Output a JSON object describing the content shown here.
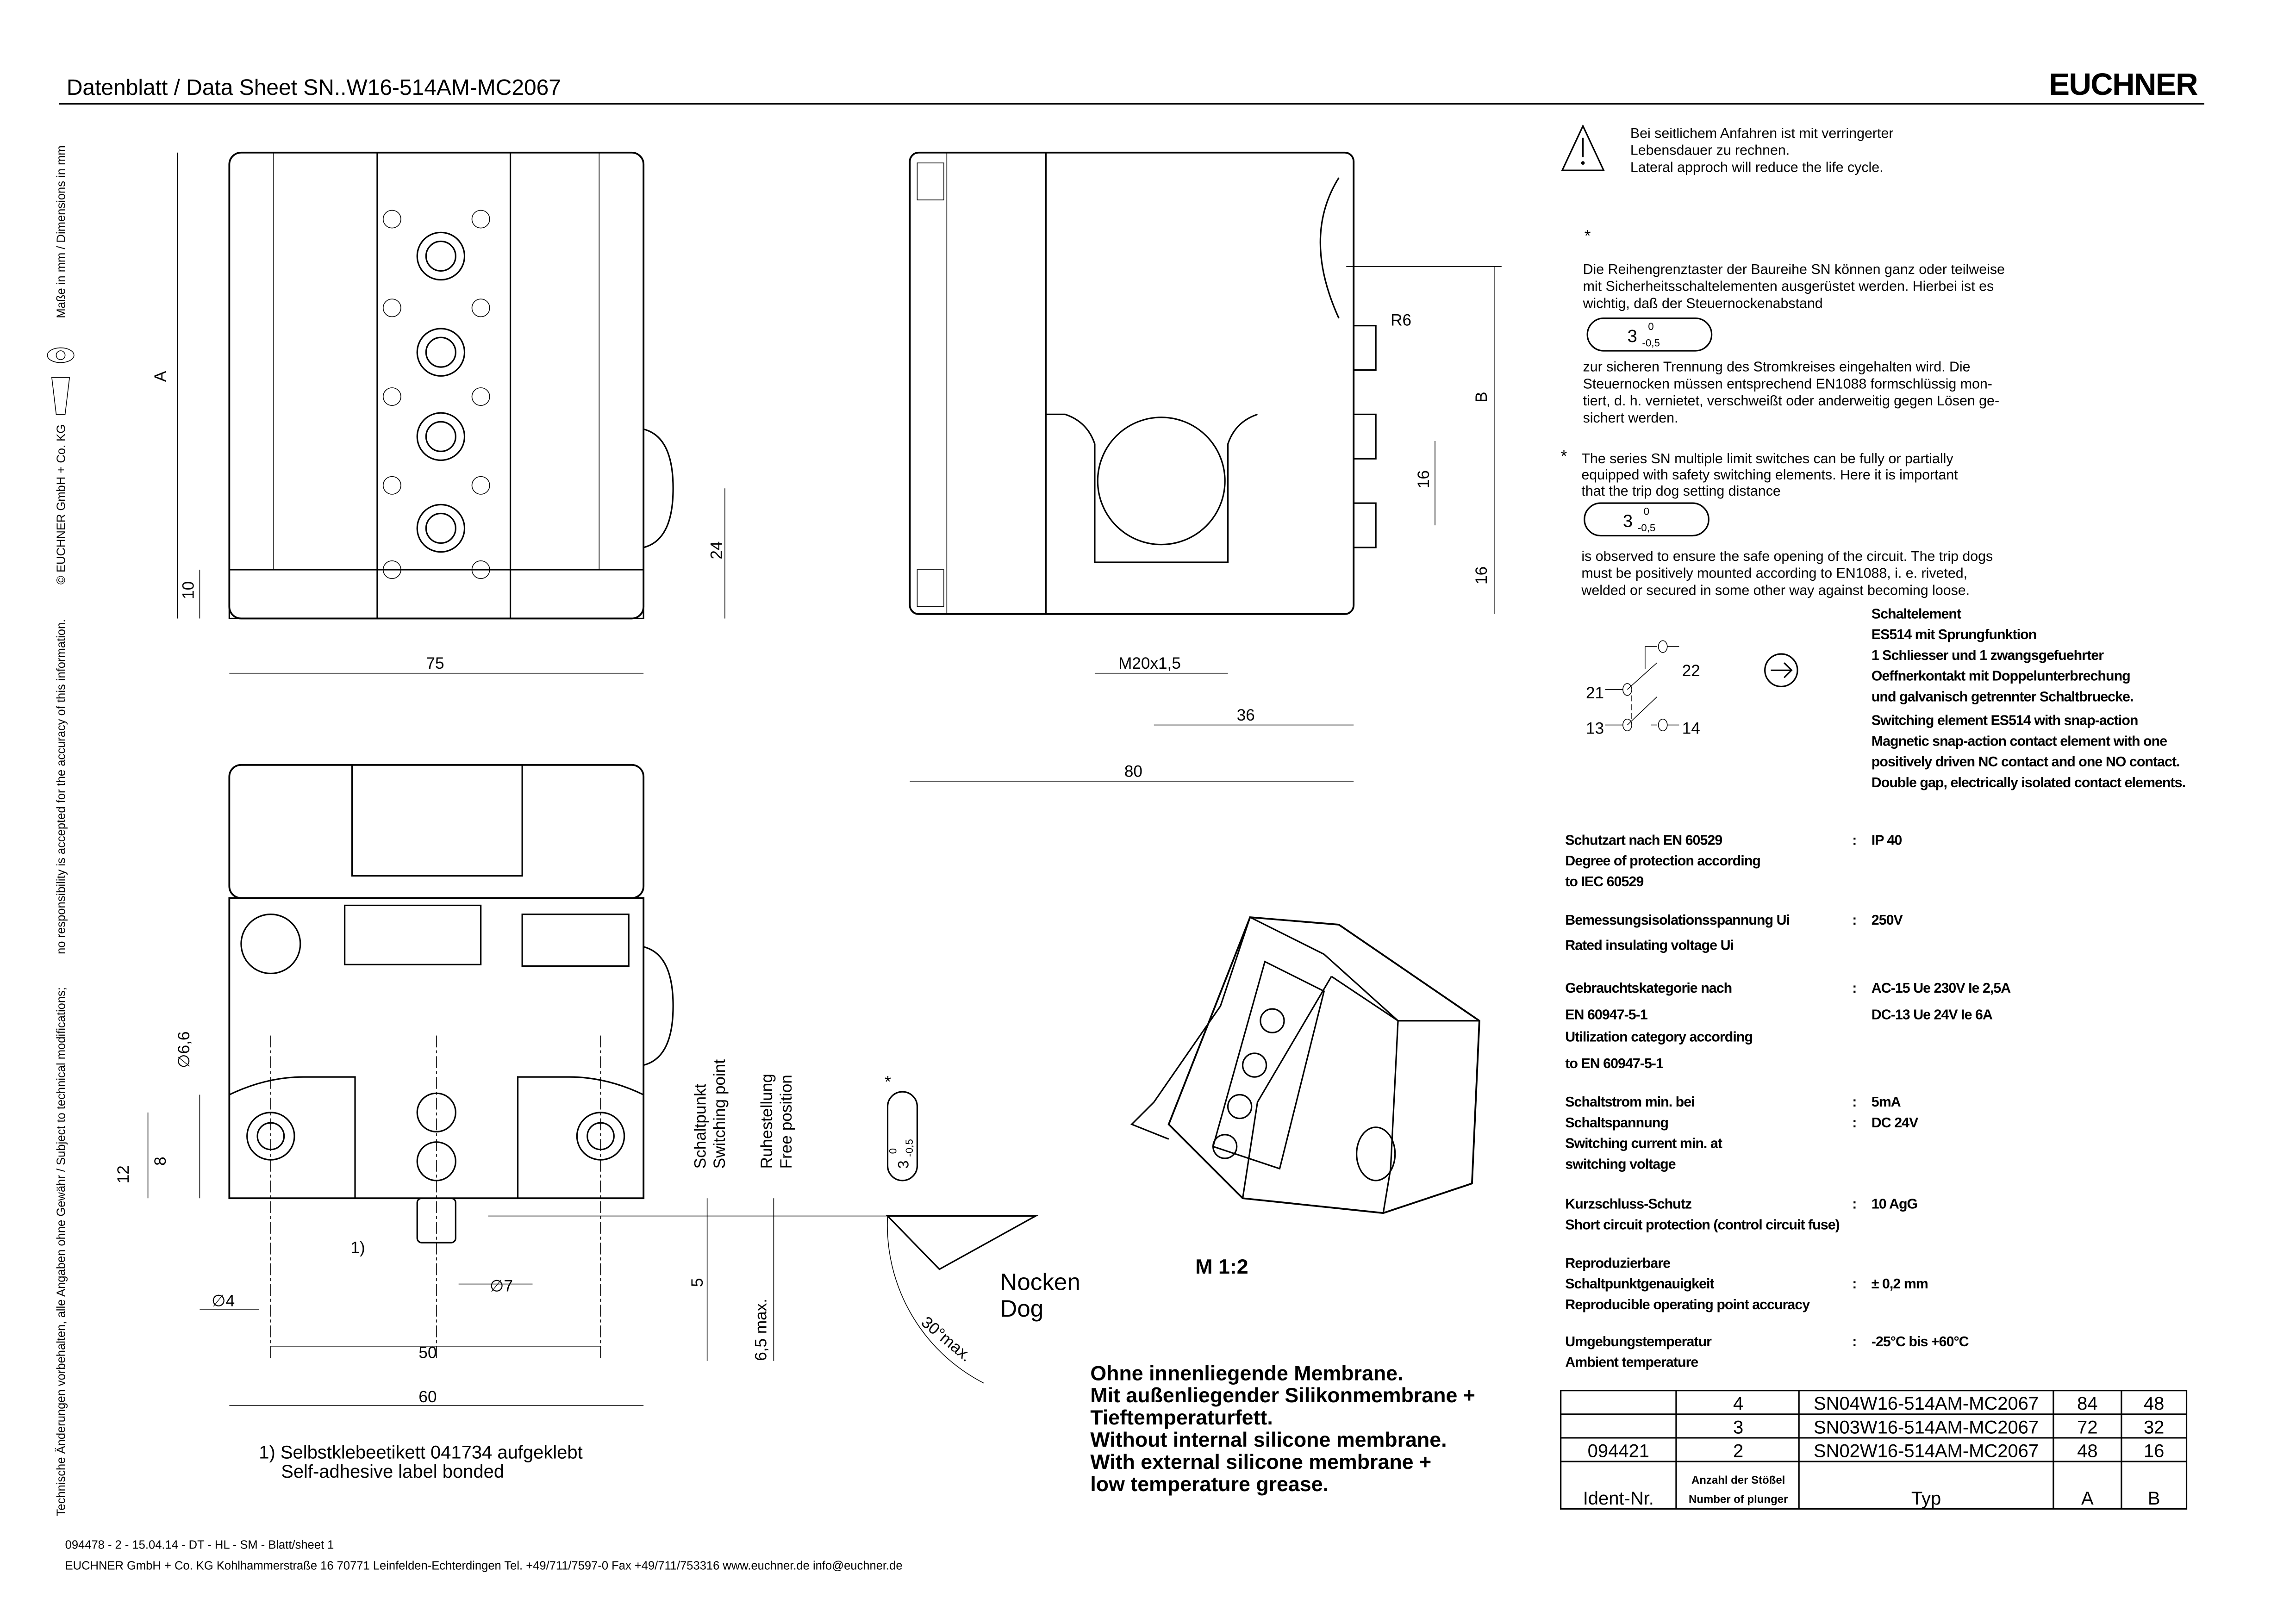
{
  "header": {
    "title": "Datenblatt / Data Sheet  SN..W16-514AM-MC2067",
    "logo": "EUCHNER"
  },
  "side_margin": {
    "units": "Maße in mm / Dimensions in mm",
    "copyright": "© EUCHNER GmbH + Co. KG",
    "disclaimer_en": "no responsibility is accepted for the accuracy of this information.",
    "disclaimer_de": "Technische Änderungen vorbehalten, alle Angaben ohne Gewähr / Subject to technical modifications;"
  },
  "drawing": {
    "dims": {
      "A": "A",
      "B": "B",
      "d75": "75",
      "d80": "80",
      "d36": "36",
      "m20": "M20x1,5",
      "d10": "10",
      "d24": "24",
      "d16a": "16",
      "d16b": "16",
      "r6": "R6",
      "d50": "50",
      "d60": "60",
      "phi66": "∅6,6",
      "phi4": "∅4",
      "phi7": "∅7",
      "d12": "12",
      "d8": "8",
      "d5": "5",
      "d65": "6,5 max.",
      "note1": "1)"
    },
    "switching_point_de": "Schaltpunkt",
    "switching_point_en": "Switching point",
    "free_position_de": "Ruhestellung",
    "free_position_en": "Free position",
    "dog_de": "Nocken",
    "dog_en": "Dog",
    "angle": "30°max.",
    "tolerance": {
      "star": "*",
      "nominal": "3",
      "upper": "0",
      "lower": "-0,5"
    },
    "scale": "M 1:2",
    "footnote_de": "1) Selbstklebeetikett 041734 aufgeklebt",
    "footnote_en": "Self-adhesive label bonded"
  },
  "membrane_note": [
    "Ohne innenliegende  Membrane.",
    "Mit außenliegender Silikonmembrane +",
    "Tieftemperaturfett.",
    "Without internal silicone membrane.",
    "With external silicone membrane +",
    "low temperature grease."
  ],
  "warning": [
    "Bei seitlichem Anfahren ist mit verringerter",
    "Lebensdauer zu rechnen.",
    "Lateral approch will reduce the life cycle."
  ],
  "note_star": "*",
  "note_de_1": [
    "Die Reihengrenztaster der Baureihe SN können ganz oder teilweise",
    "mit Sicherheitsschaltelementen ausgerüstet werden. Hierbei ist es",
    "wichtig, daß der Steuernockenabstand"
  ],
  "note_de_2": [
    "zur sicheren Trennung des Stromkreises eingehalten wird. Die",
    "Steuernocken müssen entsprechend EN1088 formschlüssig mon-",
    "tiert, d. h. vernietet, verschweißt oder anderweitig gegen Lösen ge-",
    "sichert werden."
  ],
  "note_en_1": [
    "The series SN multiple limit switches can be fully or partially",
    "equipped with safety switching elements. Here it is important",
    "that the trip dog setting distance"
  ],
  "note_en_2": [
    "is observed to ensure the safe opening of the circuit. The trip dogs",
    "must be positively mounted according to EN1088, i. e. riveted,",
    "welded or secured in some other way against becoming loose."
  ],
  "contacts": {
    "c21": "21",
    "c22": "22",
    "c13": "13",
    "c14": "14"
  },
  "switch_element": [
    "Schaltelement",
    "ES514 mit Sprungfunktion",
    "1 Schliesser  und 1 zwangsgefuehrter",
    "Oeffnerkontakt mit Doppelunterbrechung",
    "und galvanisch getrennter Schaltbruecke.",
    "Switching element ES514 with snap-action",
    "Magnetic snap-action contact element with one",
    "positively driven NC contact and one NO contact.",
    "Double gap, electrically isolated contact elements."
  ],
  "specs": [
    {
      "label": [
        "Schutzart nach EN 60529",
        "Degree of protection according",
        "to IEC 60529"
      ],
      "value": [
        "IP 40"
      ]
    },
    {
      "label": [
        "Bemessungsisolationsspannung Ui",
        "Rated insulating voltage Ui"
      ],
      "value": [
        "250V"
      ]
    },
    {
      "label": [
        "Gebrauchtskategorie nach",
        "EN 60947-5-1",
        "Utilization category according",
        "to EN 60947-5-1"
      ],
      "value": [
        "AC-15  Ue 230V  Ie 2,5A",
        "DC-13  Ue   24V  Ie 6A"
      ]
    },
    {
      "label": [
        "Schaltstrom min. bei",
        "Schaltspannung",
        "Switching current min. at",
        "switching voltage"
      ],
      "value": [
        "5mA",
        "DC 24V"
      ]
    },
    {
      "label": [
        "Kurzschluss-Schutz",
        "Short circuit protection (control circuit fuse)"
      ],
      "value": [
        "10 AgG"
      ]
    },
    {
      "label": [
        "Reproduzierbare",
        "Schaltpunktgenauigkeit",
        "Reproducible operating point accuracy"
      ],
      "value": [
        "± 0,2 mm"
      ]
    },
    {
      "label": [
        "Umgebungstemperatur",
        "Ambient temperature"
      ],
      "value": [
        "-25°C bis +60°C"
      ]
    }
  ],
  "table": {
    "rows": [
      {
        "ident": "",
        "plungers": "4",
        "type": "SN04W16-514AM-MC2067",
        "A": "84",
        "B": "48"
      },
      {
        "ident": "",
        "plungers": "3",
        "type": "SN03W16-514AM-MC2067",
        "A": "72",
        "B": "32"
      },
      {
        "ident": "094421",
        "plungers": "2",
        "type": "SN02W16-514AM-MC2067",
        "A": "48",
        "B": "16"
      }
    ],
    "headers": {
      "ident": "Ident-Nr.",
      "plungers_de": "Anzahl der Stößel",
      "plungers_en": "Number of plunger",
      "type": "Typ",
      "A": "A",
      "B": "B"
    }
  },
  "footer": {
    "doc_ref": "094478 - 2 - 15.04.14 - DT - HL - SM - Blatt/sheet  1",
    "address": "EUCHNER GmbH + Co. KG  Kohlhammerstraße 16   70771 Leinfelden-Echterdingen     Tel. +49/711/7597-0  Fax +49/711/753316  www.euchner.de  info@euchner.de"
  }
}
